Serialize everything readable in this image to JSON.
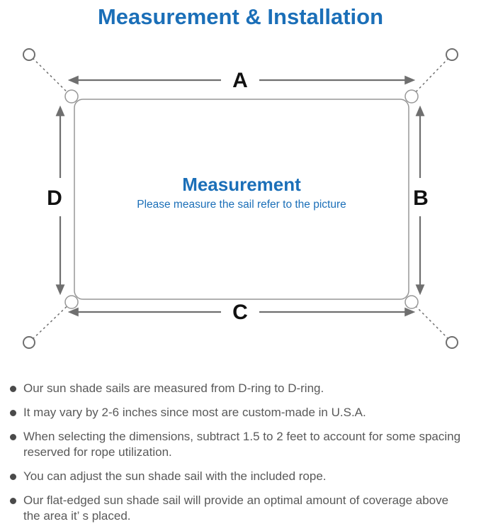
{
  "title": "Measurement & Installation",
  "diagram": {
    "dimension_labels": {
      "top": "A",
      "right": "B",
      "bottom": "C",
      "left": "D"
    },
    "center_title": "Measurement",
    "center_subtitle": "Please measure the sail refer to the picture"
  },
  "notes": [
    "Our sun shade sails are measured from D-ring to D-ring.",
    "It may vary by 2-6 inches since most are custom-made in U.S.A.",
    "When selecting the dimensions, subtract 1.5 to 2 feet to account for some spacing\nreserved for rope utilization.",
    "You can adjust the sun shade sail with the included rope.",
    "Our flat-edged sun shade sail will provide an optimal amount of coverage above\nthe area it’ s placed."
  ],
  "colors": {
    "accent_blue": "#1b6fb8",
    "line_gray": "#979797",
    "arrow_gray": "#6f6f6f",
    "text_gray": "#595959",
    "bullet_gray": "#4a4a4a",
    "label_black": "#111111"
  }
}
